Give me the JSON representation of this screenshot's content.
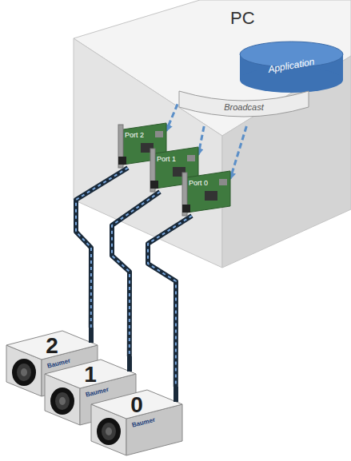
{
  "diagram": {
    "nodes": [
      {
        "text": [
          "PC"
        ]
      },
      {
        "text": [
          "Application"
        ],
        "in": 0
      },
      {
        "text": [
          "Broadcast"
        ],
        "in": 0
      },
      {
        "text": [
          "Port 2"
        ],
        "in": 0
      },
      {
        "text": [
          "Port 1"
        ],
        "in": 0
      },
      {
        "text": [
          "Port 0"
        ],
        "in": 0
      },
      {
        "text": [
          "2",
          "Baumer"
        ]
      },
      {
        "text": [
          "1",
          "Baumer"
        ]
      },
      {
        "text": [
          "0",
          "Baumer"
        ]
      }
    ],
    "edges": [
      {
        "from": 2,
        "to": 3,
        "arrow": "to"
      },
      {
        "from": 2,
        "to": 4,
        "arrow": "to"
      },
      {
        "from": 2,
        "to": 5,
        "arrow": "to"
      },
      {
        "from": 3,
        "to": 6,
        "arrow": "none"
      },
      {
        "from": 4,
        "to": 7,
        "arrow": "none"
      },
      {
        "from": 5,
        "to": 8,
        "arrow": "none"
      }
    ]
  }
}
